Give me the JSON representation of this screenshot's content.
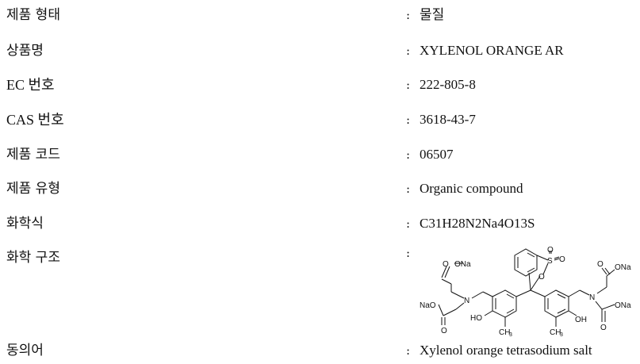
{
  "rows": [
    {
      "label": "제품 형태",
      "colon": ":",
      "value": "물질"
    },
    {
      "label": "상품명",
      "colon": ":",
      "value": "XYLENOL ORANGE AR"
    },
    {
      "label": "EC 번호",
      "colon": ":",
      "value": "222-805-8"
    },
    {
      "label": "CAS 번호",
      "colon": ":",
      "value": "3618-43-7"
    },
    {
      "label": "제품 코드",
      "colon": ":",
      "value": "06507"
    },
    {
      "label": "제품 유형",
      "colon": ":",
      "value": "Organic compound"
    },
    {
      "label": "화학식",
      "colon": ":",
      "value": "C31H28N2Na4O13S"
    },
    {
      "label": "화학 구조",
      "colon": ":"
    },
    {
      "label": "동의어",
      "colon": ":",
      "value": "Xylenol orange tetrasodium salt"
    }
  ],
  "structure_labels": {
    "ona_left": "ONa",
    "o_left_top": "O",
    "nao": "NaO",
    "o_left_bottom": "O",
    "n_left": "N",
    "ho": "HO",
    "ch3_left": "CH",
    "sub3_left": "3",
    "s": "S",
    "o_s_top": "O",
    "o_s_right": "O",
    "o_s_ring": "O",
    "n_right": "N",
    "oh": "OH",
    "ch3_right": "CH",
    "sub3_right": "3",
    "ona_right_top": "ONa",
    "o_right_top": "O",
    "ona_right_bottom": "ONa",
    "o_right_bottom": "O"
  }
}
